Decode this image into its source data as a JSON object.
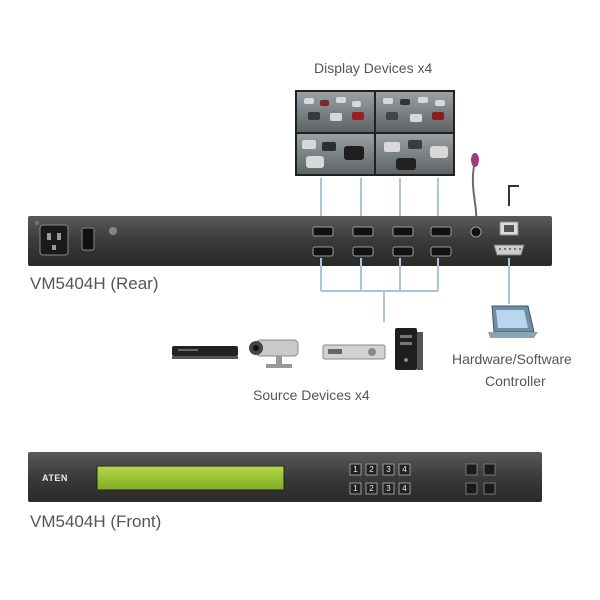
{
  "display_label": "Display Devices x4",
  "rear_label": "VM5404H (Rear)",
  "source_label": "Source Devices x4",
  "controller_label_line1": "Hardware/Software",
  "controller_label_line2": "Controller",
  "front_label": "VM5404H (Front)",
  "brand": "ATEN",
  "front_buttons_row1": [
    "1",
    "2",
    "3",
    "4"
  ],
  "front_buttons_row2": [
    "1",
    "2",
    "3",
    "4"
  ],
  "colors": {
    "panel": "#3a3a3a",
    "lcd": "#8fbf2a",
    "cable": "#a9c4dd"
  }
}
